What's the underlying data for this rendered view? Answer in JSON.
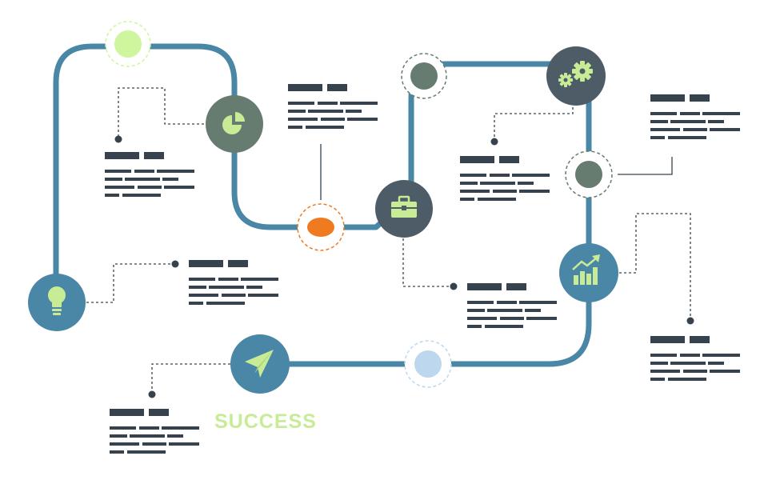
{
  "colors": {
    "path": "#4a86a6",
    "dark_node": "#4d5c66",
    "gray_green_node": "#667c70",
    "blue_node": "#4a86a6",
    "lime": "#cff59e",
    "lime_icon": "#c8ec96",
    "orange": "#f07a1f",
    "light_blue": "#bcd7ee",
    "placeholder_text": "#36434e",
    "connector": "#36434e"
  },
  "nodes": [
    {
      "id": "idea",
      "icon": "lightbulb-icon"
    },
    {
      "id": "analytics",
      "icon": "pie-chart-icon"
    },
    {
      "id": "business",
      "icon": "briefcase-icon"
    },
    {
      "id": "settings",
      "icon": "gears-icon"
    },
    {
      "id": "growth",
      "icon": "growth-chart-icon"
    },
    {
      "id": "launch",
      "icon": "paper-plane-icon"
    }
  ],
  "milestones": [
    "lime-milestone",
    "orange-milestone",
    "gray-milestone-1",
    "gray-milestone-2",
    "light-blue-milestone"
  ],
  "text_blocks": 8,
  "footer": {
    "success_label": "SUCCESS"
  }
}
